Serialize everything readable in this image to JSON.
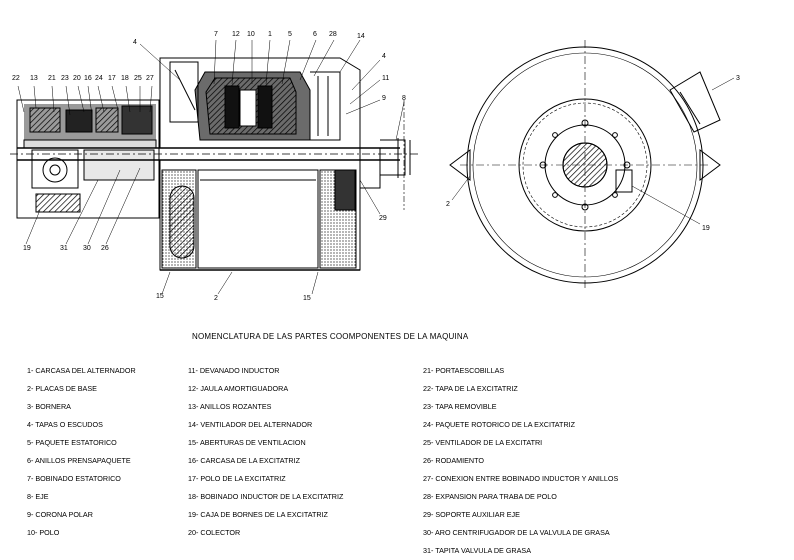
{
  "title": "NOMENCLATURA DE LAS PARTES COOMPONENTES DE LA MAQUINA",
  "callouts_side": [
    "22",
    "13",
    "21",
    "23",
    "20",
    "16",
    "24",
    "17",
    "18",
    "25",
    "27",
    "4",
    "7",
    "12",
    "10",
    "1",
    "5",
    "6",
    "28",
    "14",
    "4",
    "11",
    "9",
    "8",
    "19",
    "31",
    "30",
    "26",
    "2",
    "15",
    "29",
    "15"
  ],
  "callouts_end": [
    "3",
    "2",
    "19"
  ],
  "legend": {
    "col1": [
      "1- CARCASA DEL ALTERNADOR",
      "2- PLACAS DE BASE",
      "3- BORNERA",
      "4- TAPAS O ESCUDOS",
      "5- PAQUETE ESTATORICO",
      "6- ANILLOS PRENSAPAQUETE",
      "7- BOBINADO ESTATORICO",
      "8- EJE",
      "9- CORONA POLAR",
      "10- POLO"
    ],
    "col2": [
      "11- DEVANADO INDUCTOR",
      "12- JAULA AMORTIGUADORA",
      "13- ANILLOS ROZANTES",
      "14- VENTILADOR DEL ALTERNADOR",
      "15- ABERTURAS DE VENTILACION",
      "16- CARCASA DE LA EXCITATRIZ",
      "17- POLO DE LA EXCITATRIZ",
      "18- BOBINADO INDUCTOR DE LA EXCITATRIZ",
      "19- CAJA DE BORNES DE LA EXCITATRIZ",
      "20- COLECTOR"
    ],
    "col3": [
      "21- PORTAESCOBILLAS",
      "22- TAPA DE LA EXCITATRIZ",
      "23- TAPA REMOVIBLE",
      "24- PAQUETE ROTORICO DE LA EXCITATRIZ",
      "25- VENTILADOR DE LA EXCITATRI",
      "26- RODAMIENTO",
      "27- CONEXION ENTRE BOBINADO INDUCTOR Y ANILLOS",
      "28- EXPANSION PARA TRABA DE POLO",
      "29- SOPORTE AUXILIAR EJE",
      "30- ARO CENTRIFUGADOR DE LA VALVULA DE GRASA",
      "31- TAPITA VALVULA DE GRASA"
    ]
  }
}
